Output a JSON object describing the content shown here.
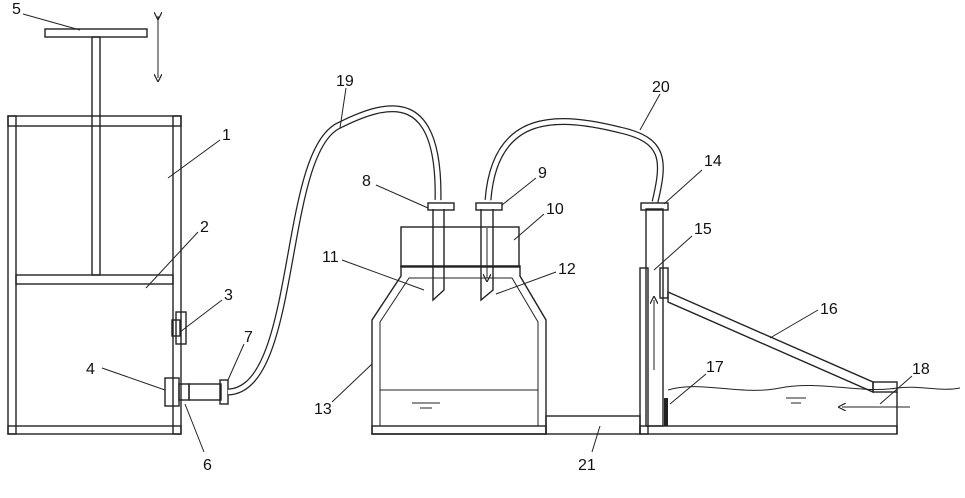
{
  "labels": {
    "l1": "1",
    "l2": "2",
    "l3": "3",
    "l4": "4",
    "l5": "5",
    "l6": "6",
    "l7": "7",
    "l8": "8",
    "l9": "9",
    "l10": "10",
    "l11": "11",
    "l12": "12",
    "l13": "13",
    "l14": "14",
    "l15": "15",
    "l16": "16",
    "l17": "17",
    "l18": "18",
    "l19": "19",
    "l20": "20",
    "l21": "21"
  },
  "colors": {
    "line": "#222222",
    "hatch": "#333333",
    "background": "#ffffff"
  }
}
